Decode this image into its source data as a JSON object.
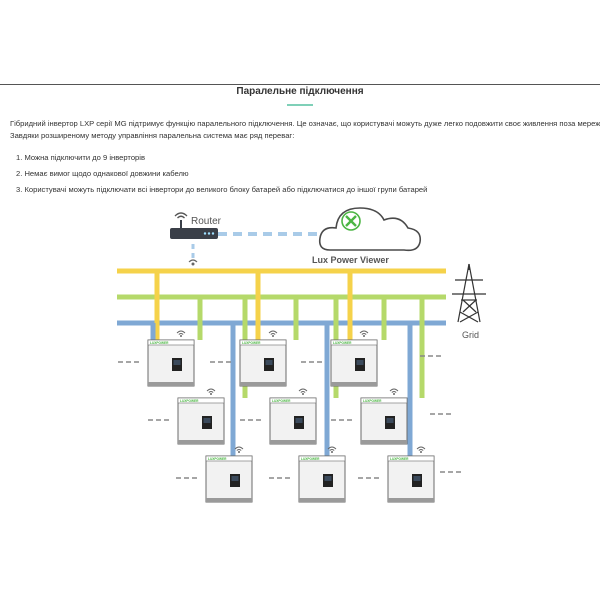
{
  "header": {
    "title": "Паралельне підключення"
  },
  "intro": {
    "line1": "Гібридний інвертор LXP серії MG підтримує функцію паралельного підключення. Це означає, що користувачі можуть дуже легко подовжити своє живлення поза мережею.",
    "line2": "Завдяки розширеному методу управління паралельна система має ряд переваг:"
  },
  "benefits": [
    "1. Можна підключити до 9 інверторів",
    "2. Немає вимог щодо однакової довжини кабелю",
    "3. Користувачі можуть підключати всі інвертори до великого блоку батарей або підключатися до іншої групи батарей"
  ],
  "diagram": {
    "router_label": "Router",
    "cloud_label": "Lux Power Viewer",
    "grid_label": "Grid",
    "inverter_brand": "LUXPOWER",
    "inverter_count": 9,
    "colors": {
      "yellow_bus": "#f5d24a",
      "green_bus": "#b5d96a",
      "blue_bus": "#7fa8d4",
      "network_dash": "#a9cbe8",
      "cloud_stroke": "#4a4a4a",
      "logo_green": "#4bb543"
    }
  }
}
